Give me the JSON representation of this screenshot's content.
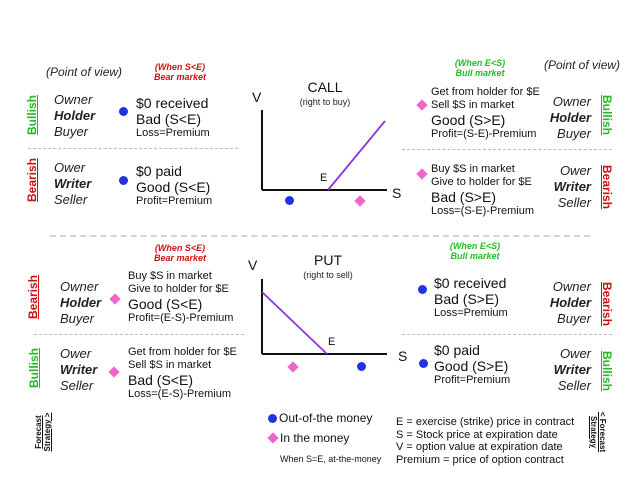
{
  "header": {
    "left_pov": "(Point of view)",
    "right_pov": "(Point of view)",
    "left_condition": {
      "line1": "(When S<E)",
      "line2": "Bear market"
    },
    "right_condition": {
      "line1": "(When E<S)",
      "line2": "Bull market"
    },
    "left_condition_bottom": {
      "line1": "(When S<E)",
      "line2": "Bear market"
    },
    "right_condition_bottom": {
      "line1": "(When E<S)",
      "line2": "Bull market"
    }
  },
  "roles": {
    "holder": {
      "line1": "Owner",
      "line2": "Holder",
      "line3": "Buyer"
    },
    "writer": {
      "line1": "Ower",
      "line2": "Writer",
      "line3": "Seller"
    }
  },
  "sentiment": {
    "bullish": "Bullish",
    "bearish": "Bearish"
  },
  "call": {
    "title": "CALL",
    "subtitle": "(right to buy)",
    "axis_v": "V",
    "axis_s": "S",
    "strike_label": "E",
    "holder_bear": {
      "line1": "$0 received",
      "line2": "Bad (S<E)",
      "line3": "Loss=Premium"
    },
    "writer_bear": {
      "line1": "$0 paid",
      "line2": "Good (S<E)",
      "line3": "Profit=Premium"
    },
    "holder_bull": {
      "line1": "Get from holder for $E",
      "line2": "Sell $S in market",
      "line3": "Good (S>E)",
      "line4": "Profit=(S-E)-Premium"
    },
    "writer_bull": {
      "line1": "Buy $S in market",
      "line2": "Give to holder for $E",
      "line3": "Bad (S>E)",
      "line4": "Loss=(S-E)-Premium"
    }
  },
  "put": {
    "title": "PUT",
    "subtitle": "(right to sell)",
    "axis_v": "V",
    "axis_s": "S",
    "strike_label": "E",
    "holder_bear": {
      "line1": "Buy $S in market",
      "line2": "Give to holder for $E",
      "line3": "Good (S<E)",
      "line4": "Profit=(E-S)-Premium"
    },
    "writer_bear": {
      "line1": "Get from holder for $E",
      "line2": "Sell $S in market",
      "line3": "Bad (S<E)",
      "line4": "Loss=(E-S)-Premium"
    },
    "holder_bull": {
      "line1": "$0 received",
      "line2": "Bad (S>E)",
      "line3": "Loss=Premium"
    },
    "writer_bull": {
      "line1": "$0 paid",
      "line2": "Good (S>E)",
      "line3": "Profit=Premium"
    }
  },
  "legend": {
    "out_of_money": "Out-of-the money",
    "in_money": "In the money",
    "at_money": "When S=E, at-the-money"
  },
  "definitions": [
    "E = exercise (strike) price in contract",
    "S = Stock price at expiration date",
    "V = option value at expiration date",
    "Premium = price of option contract"
  ],
  "forecast_left": {
    "line1": "Forecast",
    "line2": "Strategy >"
  },
  "forecast_right": {
    "line1": "< Forecast",
    "line2": "Strategy"
  },
  "colors": {
    "bull": "#22bb22",
    "bear": "#cc1111",
    "out_of_money": "#2233dd",
    "in_money": "#ee66cc",
    "payoff_line": "#8833dd"
  }
}
